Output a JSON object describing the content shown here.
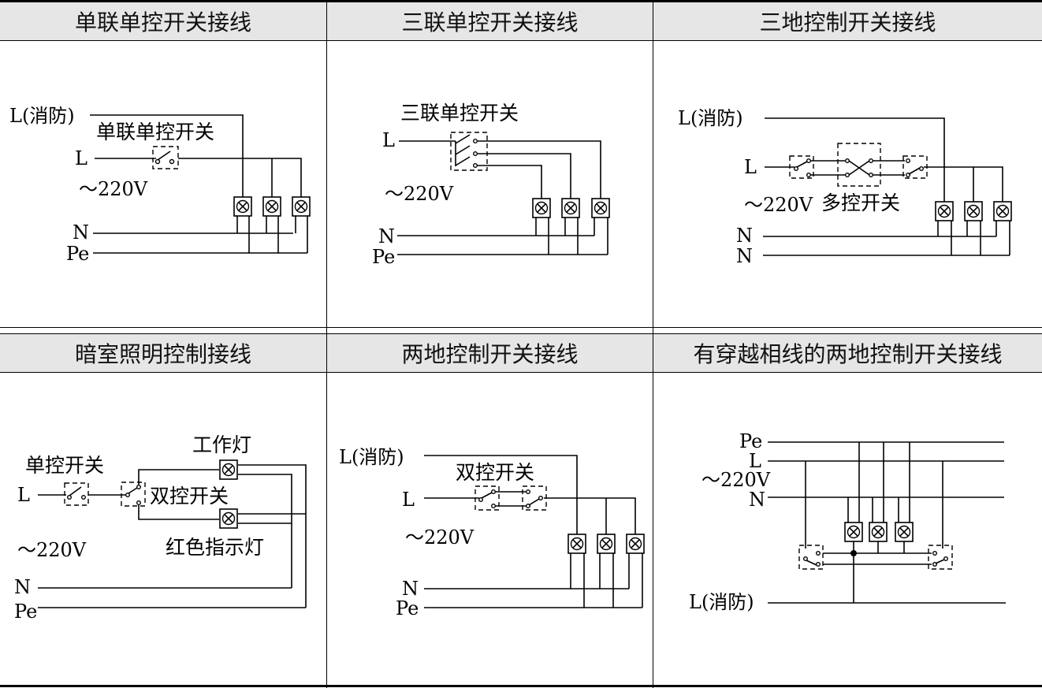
{
  "panels": [
    {
      "title": "单联单控开关接线",
      "labels": {
        "l_fire": "L(消防)",
        "switch": "单联单控开关",
        "l": "L",
        "v": "～220V",
        "n": "N",
        "pe": "Pe"
      }
    },
    {
      "title": "三联单控开关接线",
      "labels": {
        "switch": "三联单控开关",
        "l": "L",
        "v": "～220V",
        "n": "N",
        "pe": "Pe"
      }
    },
    {
      "title": "三地控制开关接线",
      "labels": {
        "l_fire": "L(消防)",
        "l": "L",
        "v": "～220V",
        "multi": "多控开关",
        "n1": "N",
        "n2": "N"
      }
    },
    {
      "title": "暗室照明控制接线",
      "labels": {
        "single": "单控开关",
        "work": "工作灯",
        "l": "L",
        "double": "双控开关",
        "red": "红色指示灯",
        "v": "～220V",
        "n": "N",
        "pe": "Pe"
      }
    },
    {
      "title": "两地控制开关接线",
      "labels": {
        "l_fire": "L(消防)",
        "double": "双控开关",
        "l": "L",
        "v": "～220V",
        "n": "N",
        "pe": "Pe"
      }
    },
    {
      "title": "有穿越相线的两地控制开关接线",
      "labels": {
        "pe": "Pe",
        "l": "L",
        "v": "～220V",
        "n": "N",
        "l_fire": "L(消防)"
      }
    }
  ]
}
